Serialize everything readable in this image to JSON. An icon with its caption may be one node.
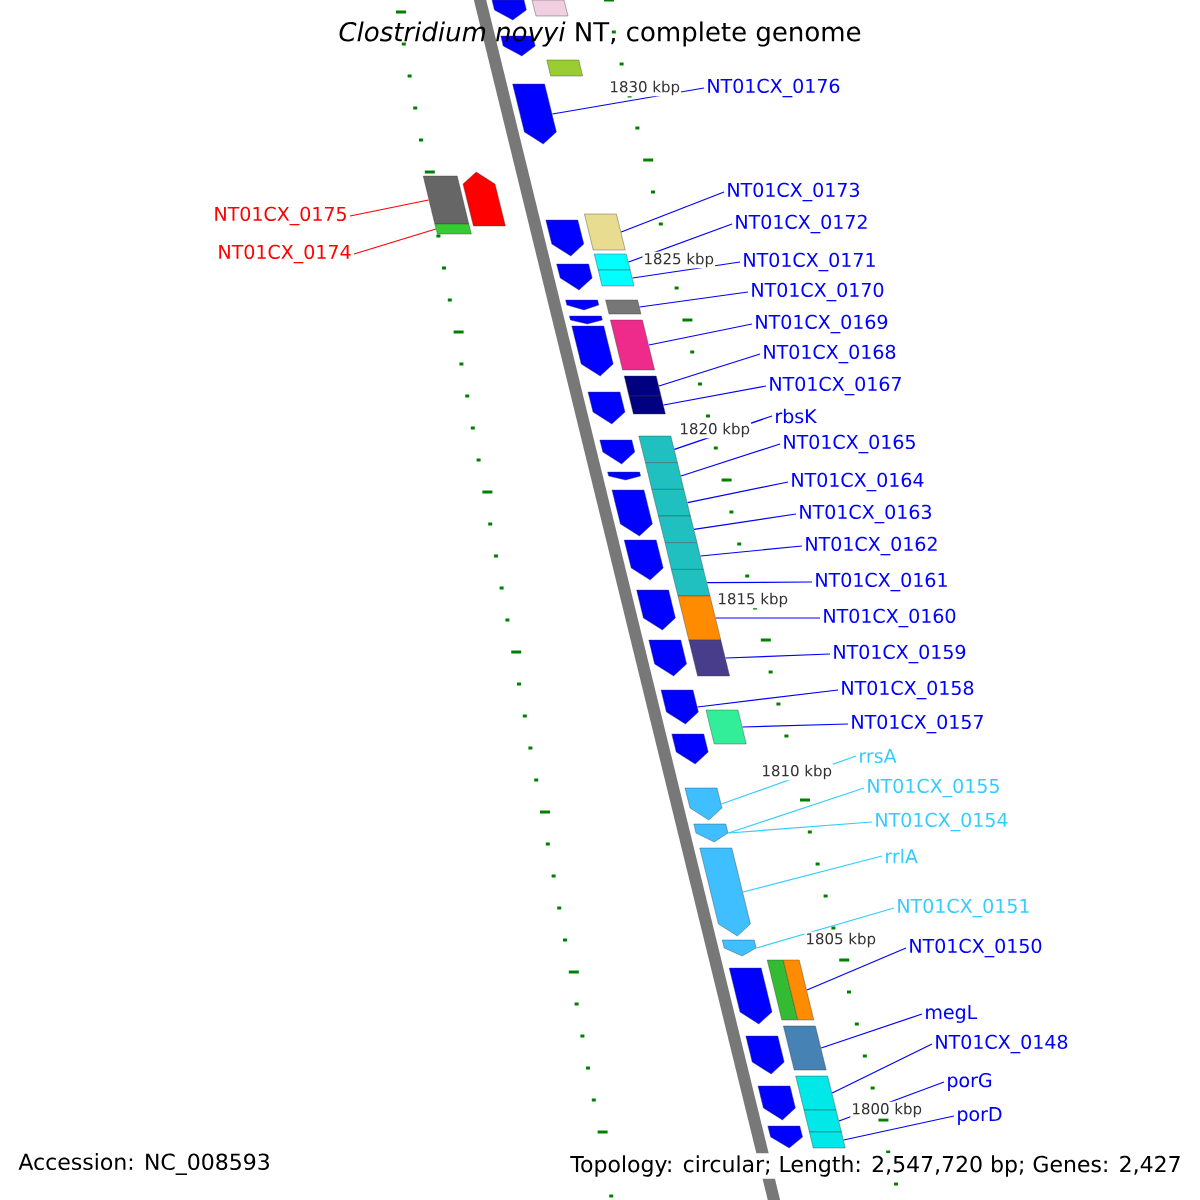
{
  "diagram": {
    "title": "*Clostridium novyi* NT, complete genome",
    "nodes": [
      {
        "text": [
          "NT01CX_0176"
        ]
      },
      {
        "text": [
          "NT01CX_0175"
        ]
      },
      {
        "text": [
          "NT01CX_0174"
        ]
      },
      {
        "text": [
          "NT01CX_0173"
        ]
      },
      {
        "text": [
          "NT01CX_0172"
        ]
      },
      {
        "text": [
          "NT01CX_0171"
        ]
      },
      {
        "text": [
          "NT01CX_0170"
        ]
      },
      {
        "text": [
          "NT01CX_0169"
        ]
      },
      {
        "text": [
          "NT01CX_0168"
        ]
      },
      {
        "text": [
          "NT01CX_0167"
        ]
      },
      {
        "text": [
          "rbsK"
        ]
      },
      {
        "text": [
          "NT01CX_0165"
        ]
      },
      {
        "text": [
          "NT01CX_0164"
        ]
      },
      {
        "text": [
          "NT01CX_0163"
        ]
      },
      {
        "text": [
          "NT01CX_0162"
        ]
      },
      {
        "text": [
          "NT01CX_0161"
        ]
      },
      {
        "text": [
          "NT01CX_0160"
        ]
      },
      {
        "text": [
          "NT01CX_0159"
        ]
      },
      {
        "text": [
          "NT01CX_0158"
        ]
      },
      {
        "text": [
          "NT01CX_0157"
        ]
      },
      {
        "text": [
          "rrsA"
        ]
      },
      {
        "text": [
          "NT01CX_0155"
        ]
      },
      {
        "text": [
          "NT01CX_0154"
        ]
      },
      {
        "text": [
          "rrlA"
        ]
      },
      {
        "text": [
          "NT01CX_0151"
        ]
      },
      {
        "text": [
          "NT01CX_0150"
        ]
      },
      {
        "text": [
          "megL"
        ]
      },
      {
        "text": [
          "NT01CX_0148"
        ]
      },
      {
        "text": [
          "porG"
        ]
      },
      {
        "text": [
          "porD"
        ]
      },
      {
        "text": [],
        "shape": "arrow"
      },
      {
        "text": [],
        "shape": "box"
      },
      {
        "text": [],
        "shape": "arrow"
      },
      {
        "text": [],
        "shape": "box"
      },
      {
        "text": [],
        "shape": "arrow"
      },
      {
        "text": [],
        "shape": "box"
      },
      {
        "text": [],
        "shape": "arrow"
      },
      {
        "text": [],
        "shape": "box"
      },
      {
        "text": [],
        "shape": "box"
      },
      {
        "text": [],
        "shape": "arrow"
      },
      {
        "text": [],
        "shape": "box"
      },
      {
        "text": [],
        "shape": "box"
      },
      {
        "text": [],
        "shape": "arrow"
      },
      {
        "text": [],
        "shape": "box"
      },
      {
        "text": [],
        "shape": "arrow"
      },
      {
        "text": [],
        "shape": "arrow"
      },
      {
        "text": [],
        "shape": "box"
      },
      {
        "text": [],
        "shape": "arrow"
      },
      {
        "text": [],
        "shape": "box"
      },
      {
        "text": [],
        "shape": "box"
      },
      {
        "text": [],
        "shape": "arrow"
      },
      {
        "text": [],
        "shape": "box"
      },
      {
        "text": [],
        "shape": "box"
      },
      {
        "text": [],
        "shape": "box"
      },
      {
        "text": [],
        "shape": "box"
      },
      {
        "text": [],
        "shape": "box"
      },
      {
        "text": [],
        "shape": "box"
      },
      {
        "text": [],
        "shape": "arrow"
      },
      {
        "text": [],
        "shape": "arrow"
      },
      {
        "text": [],
        "shape": "arrow"
      },
      {
        "text": [],
        "shape": "arrow"
      },
      {
        "text": [],
        "shape": "arrow"
      },
      {
        "text": [],
        "shape": "box"
      },
      {
        "text": [],
        "shape": "arrow"
      },
      {
        "text": [],
        "shape": "box"
      },
      {
        "text": [],
        "shape": "arrow"
      },
      {
        "text": [],
        "shape": "box"
      },
      {
        "text": [],
        "shape": "arrow"
      },
      {
        "text": [],
        "shape": "arrow"
      },
      {
        "text": [],
        "shape": "arrow"
      },
      {
        "text": [],
        "shape": "arrow"
      },
      {
        "text": [],
        "shape": "arrow"
      },
      {
        "text": [],
        "shape": "box"
      },
      {
        "text": [],
        "shape": "box"
      },
      {
        "text": [],
        "shape": "arrow"
      },
      {
        "text": [],
        "shape": "box"
      },
      {
        "text": [],
        "shape": "arrow"
      },
      {
        "text": [],
        "shape": "box"
      },
      {
        "text": [],
        "shape": "arrow"
      },
      {
        "text": [],
        "shape": "box"
      },
      {
        "text": [],
        "shape": "arrow"
      },
      {
        "text": [],
        "shape": "box"
      }
    ],
    "edges": [
      {
        "from": 0,
        "to": 34,
        "arrow": "none"
      },
      {
        "from": 1,
        "to": 35,
        "arrow": "none",
        "color": "#ff0000"
      },
      {
        "from": 2,
        "to": 37,
        "arrow": "none",
        "color": "#ff0000"
      },
      {
        "from": 3,
        "to": 38,
        "arrow": "none"
      },
      {
        "from": 4,
        "to": 40,
        "arrow": "none"
      },
      {
        "from": 5,
        "to": 41,
        "arrow": "none"
      },
      {
        "from": 6,
        "to": 43,
        "arrow": "none"
      },
      {
        "from": 7,
        "to": 46,
        "arrow": "none"
      },
      {
        "from": 8,
        "to": 48,
        "arrow": "none"
      },
      {
        "from": 9,
        "to": 49,
        "arrow": "none"
      },
      {
        "from": 10,
        "to": 51,
        "arrow": "none"
      },
      {
        "from": 11,
        "to": 52,
        "arrow": "none"
      },
      {
        "from": 12,
        "to": 53,
        "arrow": "none"
      },
      {
        "from": 13,
        "to": 54,
        "arrow": "none"
      },
      {
        "from": 14,
        "to": 55,
        "arrow": "none"
      },
      {
        "from": 15,
        "to": 56,
        "arrow": "none"
      },
      {
        "from": 16,
        "to": 62,
        "arrow": "none"
      },
      {
        "from": 17,
        "to": 64,
        "arrow": "none"
      },
      {
        "from": 18,
        "to": 65,
        "arrow": "none"
      },
      {
        "from": 19,
        "to": 66,
        "arrow": "none"
      },
      {
        "from": 20,
        "to": 68,
        "arrow": "none",
        "color": "#33ccff"
      },
      {
        "from": 21,
        "to": 69,
        "arrow": "none",
        "color": "#33ccff"
      },
      {
        "from": 22,
        "to": 69,
        "arrow": "none",
        "color": "#33ccff"
      },
      {
        "from": 23,
        "to": 70,
        "arrow": "none",
        "color": "#33ccff"
      },
      {
        "from": 24,
        "to": 71,
        "arrow": "none",
        "color": "#33ccff"
      },
      {
        "from": 25,
        "to": 73,
        "arrow": "none"
      },
      {
        "from": 26,
        "to": 75,
        "arrow": "none"
      },
      {
        "from": 27,
        "to": 77,
        "arrow": "none"
      },
      {
        "from": 28,
        "to": 79,
        "arrow": "none"
      },
      {
        "from": 29,
        "to": 81,
        "arrow": "none"
      }
    ],
    "labels": [
      "1830 kbp",
      "1825 kbp",
      "1820 kbp",
      "1815 kbp",
      "1810 kbp",
      "1805 kbp",
      "1800 kbp",
      "Accession: NC_008593",
      "Topology: circular; Length: 2,547,720 bp; Genes: 2,427"
    ]
  }
}
